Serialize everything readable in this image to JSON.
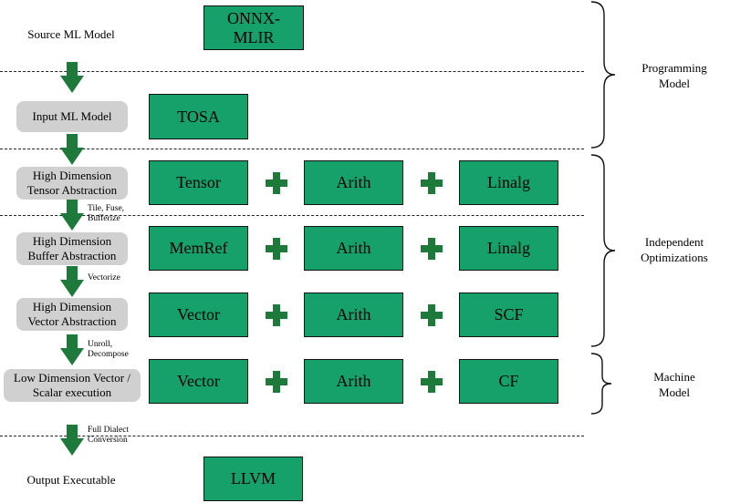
{
  "stages": {
    "source": "Source ML Model",
    "input": "Input ML Model",
    "tensor": [
      "High Dimension",
      "Tensor Abstraction"
    ],
    "buffer": [
      "High Dimension",
      "Buffer Abstraction"
    ],
    "vector": [
      "High Dimension",
      "Vector Abstraction"
    ],
    "low": [
      "Low Dimension Vector /",
      "Scalar execution"
    ],
    "output": "Output Executable"
  },
  "dialects": {
    "onnx": [
      "ONNX-",
      "MLIR"
    ],
    "tosa": "TOSA",
    "row_tensor": [
      "Tensor",
      "Arith",
      "Linalg"
    ],
    "row_memref": [
      "MemRef",
      "Arith",
      "Linalg"
    ],
    "row_vector": [
      "Vector",
      "Arith",
      "SCF"
    ],
    "row_low": [
      "Vector",
      "Arith",
      "CF"
    ],
    "llvm": "LLVM"
  },
  "transforms": {
    "tile": [
      "Tile, Fuse,",
      "Bufferize"
    ],
    "vectorize": "Vectorize",
    "unroll": [
      "Unroll,",
      "Decompose"
    ],
    "full": [
      "Full Dialect",
      "Conversion"
    ]
  },
  "groups": {
    "programming": [
      "Programming",
      "Model"
    ],
    "independent": [
      "Independent",
      "Optimizations"
    ],
    "machine": [
      "Machine",
      "Model"
    ]
  },
  "colors": {
    "dialect_fill": "#16a06a",
    "arrow_fill": "#1e7a3a",
    "stage_fill": "#d0d0d0"
  }
}
